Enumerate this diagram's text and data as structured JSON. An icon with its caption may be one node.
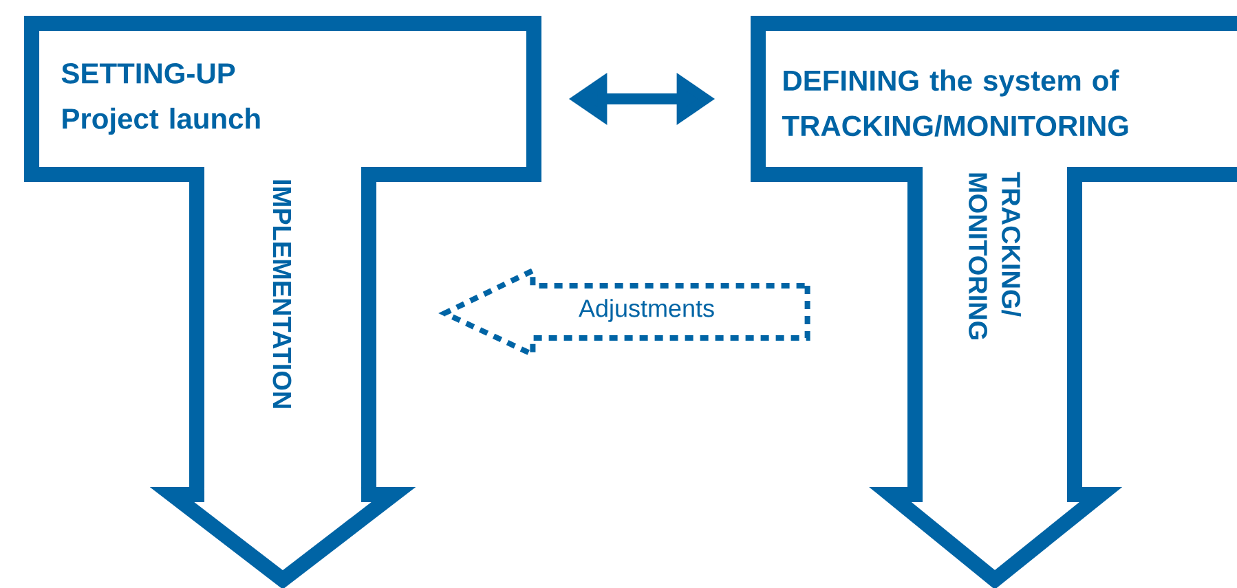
{
  "diagram": {
    "nodes": [
      {
        "text": [
          "SETTING-UP Project launch",
          "IMPLEMENTATION"
        ]
      },
      {
        "text": [
          "DEFINING the system of TRACKING/MONITORING",
          "TRACKING/ MONITORING"
        ]
      }
    ],
    "edges": [
      {
        "from": 0,
        "to": 1,
        "arrow": "both"
      },
      {
        "from": 1,
        "to": 0,
        "arrow": "to",
        "style": "dashed",
        "label": "Adjustments"
      }
    ]
  }
}
